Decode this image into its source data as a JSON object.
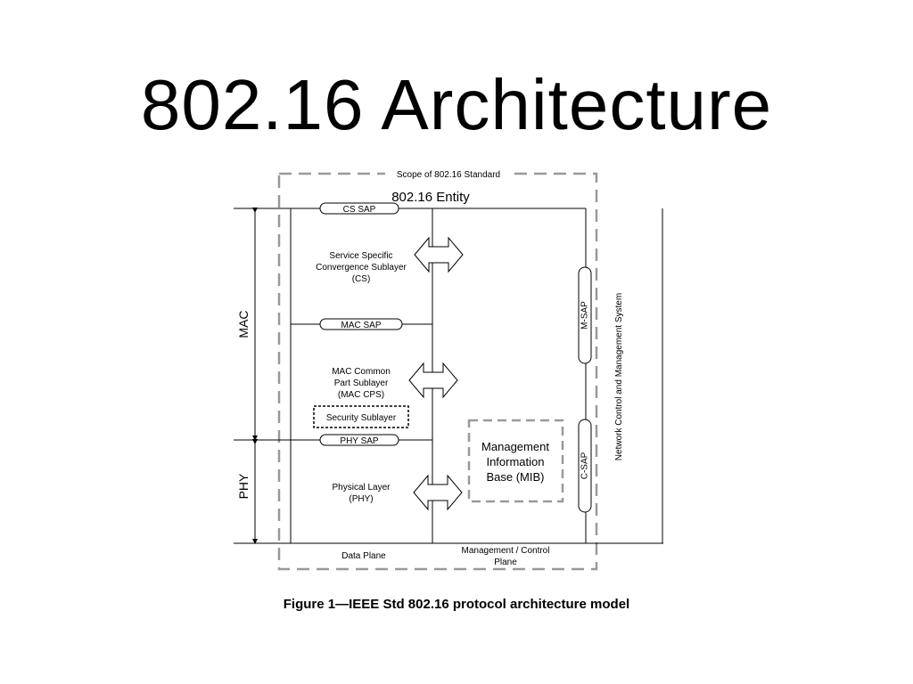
{
  "slide": {
    "title": "802.16 Architecture"
  },
  "diagram": {
    "scope_label": "Scope of 802.16 Standard",
    "entity_label": "802.16 Entity",
    "saps": {
      "cs": "CS SAP",
      "mac": "MAC SAP",
      "phy": "PHY SAP",
      "m": "M-SAP",
      "c": "C-SAP"
    },
    "layers": {
      "cs": [
        "Service Specific",
        "Convergence Sublayer",
        "(CS)"
      ],
      "mac_cps": [
        "MAC Common",
        "Part Sublayer",
        "(MAC CPS)"
      ],
      "security": "Security Sublayer",
      "phy": [
        "Physical Layer",
        "(PHY)"
      ]
    },
    "mib": [
      "Management",
      "Information",
      "Base (MIB)"
    ],
    "side_labels": {
      "mac": "MAC",
      "phy": "PHY"
    },
    "network": "Network Control and Management System",
    "planes": {
      "data": "Data Plane",
      "mgmt": [
        "Management / Control",
        "Plane"
      ]
    }
  },
  "caption": "Figure 1—IEEE Std 802.16 protocol architecture model"
}
